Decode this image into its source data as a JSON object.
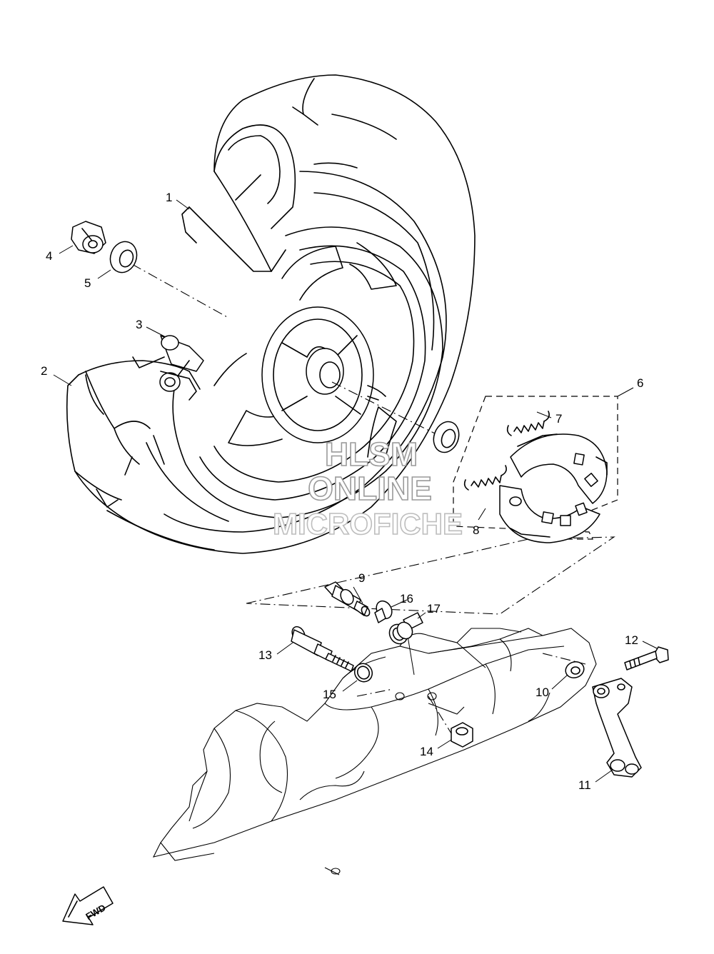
{
  "watermark": {
    "line1": "HLSM",
    "line2": "ONLINE",
    "line3": "MICROFICHE"
  },
  "direction_badge": "FWD",
  "callouts": [
    "1",
    "2",
    "3",
    "4",
    "5",
    "6",
    "7",
    "8",
    "9",
    "10",
    "11",
    "12",
    "13",
    "14",
    "15",
    "16",
    "17"
  ]
}
